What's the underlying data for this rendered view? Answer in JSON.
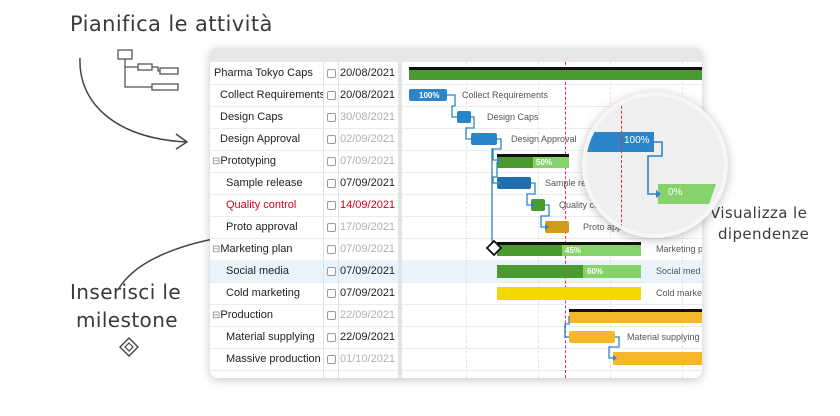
{
  "annotations": {
    "plan": "Pianifica le attività",
    "milestone_line1": "Inserisci le",
    "milestone_line2": "milestone",
    "deps_line1": "Visualizza le",
    "deps_line2": "dipendenze"
  },
  "tasks": [
    {
      "name": "Pharma Tokyo Caps",
      "date": "20/08/2021",
      "style": "normal"
    },
    {
      "name": "Collect Requirements",
      "date": "20/08/2021",
      "style": "normal"
    },
    {
      "name": "Design Caps",
      "date": "30/08/2021",
      "style": "dim"
    },
    {
      "name": "Design Approval",
      "date": "02/09/2021",
      "style": "dim"
    },
    {
      "name": "Prototyping",
      "date": "07/09/2021",
      "style": "dim"
    },
    {
      "name": "Sample release",
      "date": "07/09/2021",
      "style": "normal"
    },
    {
      "name": "Quality control",
      "date": "14/09/2021",
      "style": "red"
    },
    {
      "name": "Proto approval",
      "date": "17/09/2021",
      "style": "dim"
    },
    {
      "name": "Marketing plan",
      "date": "07/09/2021",
      "style": "dim"
    },
    {
      "name": "Social media",
      "date": "07/09/2021",
      "style": "normal"
    },
    {
      "name": "Cold marketing",
      "date": "07/09/2021",
      "style": "normal"
    },
    {
      "name": "Production",
      "date": "22/09/2021",
      "style": "dim"
    },
    {
      "name": "Material supplying",
      "date": "22/09/2021",
      "style": "normal"
    },
    {
      "name": "Massive production",
      "date": "01/10/2021",
      "style": "dim"
    }
  ],
  "bars": {
    "collect": {
      "label": "Collect Requirements",
      "pct": "100%"
    },
    "design_caps": {
      "label": "Design Caps"
    },
    "design_approval": {
      "label": "Design Approval"
    },
    "prototyping": {
      "pct": "50%"
    },
    "sample": {
      "label": "Sample rel"
    },
    "quality": {
      "label": "Quality co"
    },
    "proto": {
      "label": "Proto approval"
    },
    "marketing": {
      "label": "Marketing p",
      "pct": "45%"
    },
    "social": {
      "label": "Social med",
      "pct": "60%"
    },
    "cold": {
      "label": "Cold marke"
    },
    "material": {
      "label": "Material supplying"
    }
  },
  "zoom": {
    "pct_top": "100%",
    "pct_bottom": "0%"
  },
  "colors": {
    "blue": "#2b85c8",
    "green": "#86d36c",
    "dark_green": "#4a9a2f",
    "yellow": "#f5d800",
    "orange": "#f6b62b",
    "red": "#d0021b"
  }
}
